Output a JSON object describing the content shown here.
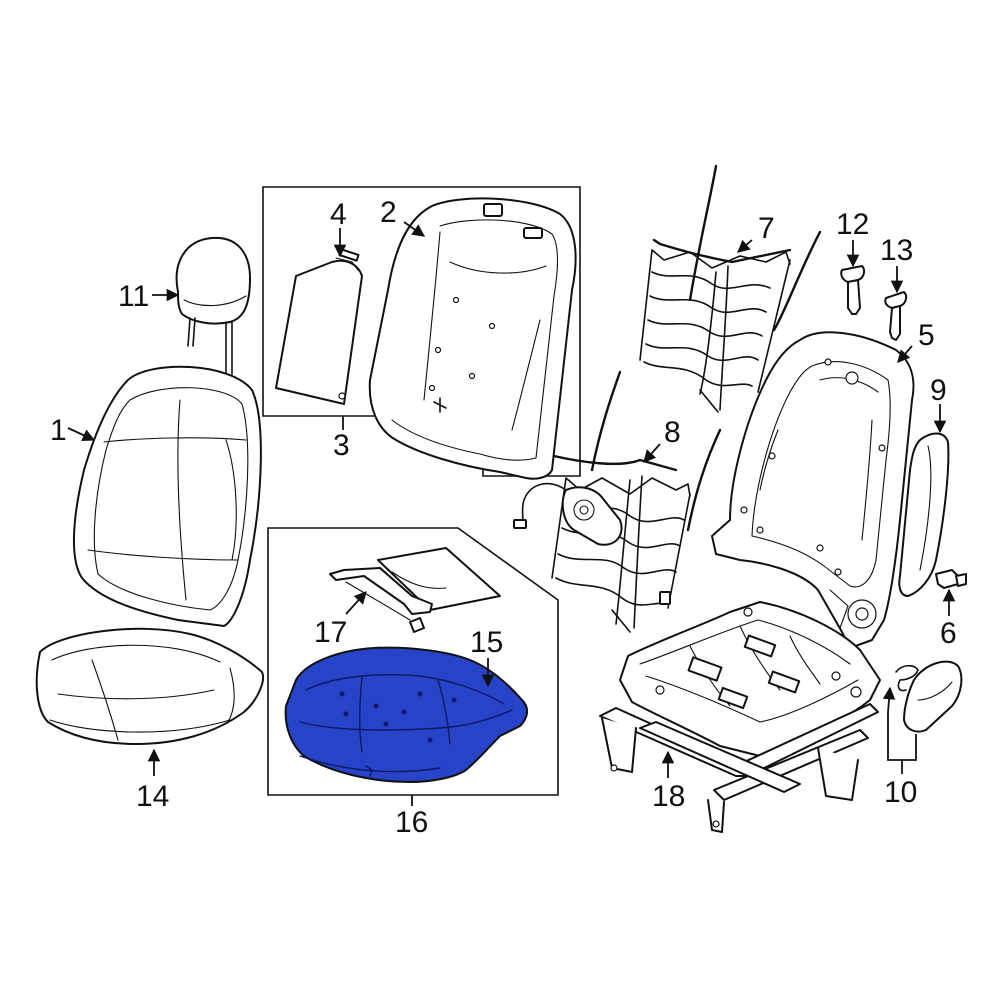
{
  "diagram": {
    "highlight_color": "#2743c8",
    "callouts": {
      "c1": "1",
      "c2": "2",
      "c3": "3",
      "c4": "4",
      "c5": "5",
      "c6": "6",
      "c7": "7",
      "c8": "8",
      "c9": "9",
      "c10": "10",
      "c11": "11",
      "c12": "12",
      "c13": "13",
      "c14": "14",
      "c15": "15",
      "c16": "16",
      "c17": "17",
      "c18": "18"
    },
    "highlighted_part": "15"
  }
}
